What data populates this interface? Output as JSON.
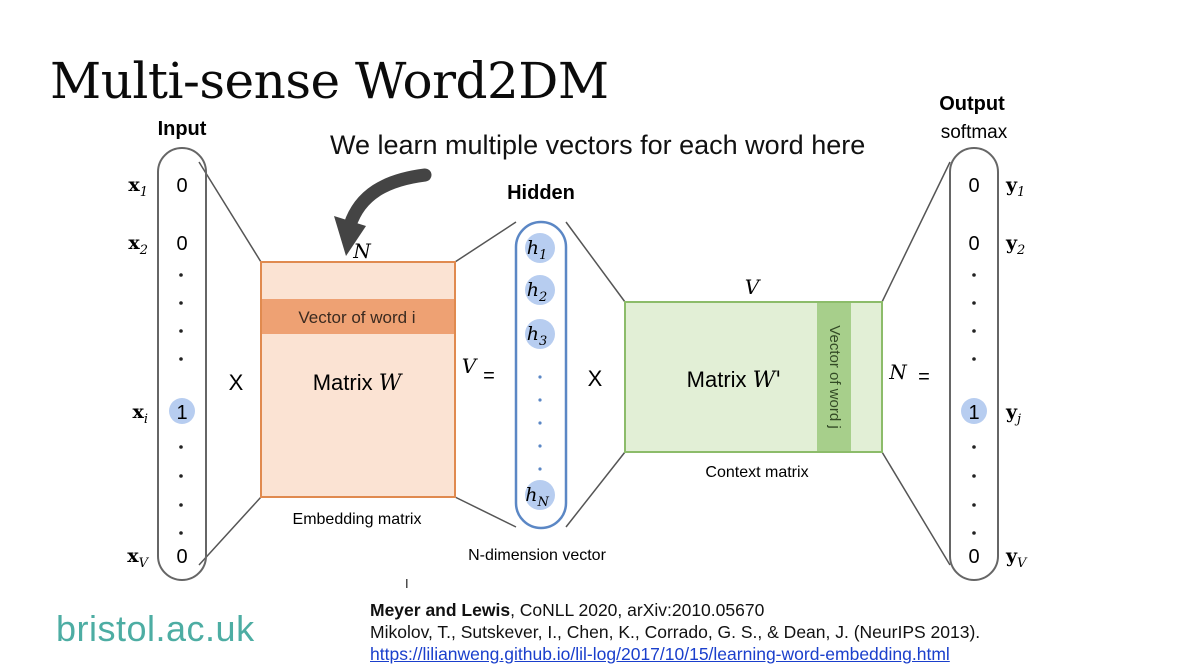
{
  "slide": {
    "title": "Multi-sense Word2DM",
    "callout": "We learn multiple vectors for each word here",
    "brand": "bristol.ac.uk"
  },
  "diagram": {
    "input": {
      "label": "Input",
      "rows": [
        {
          "var": "x",
          "sub": "1",
          "value": "0"
        },
        {
          "var": "x",
          "sub": "2",
          "value": "0"
        },
        {
          "var": "x",
          "sub": "i",
          "value": "1",
          "highlight": true
        },
        {
          "var": "x",
          "sub": "V",
          "value": "0"
        }
      ]
    },
    "times1": "X",
    "embedding": {
      "top_dim": "N",
      "side_dim": "V",
      "equals": "=",
      "row_label": "Vector of word i",
      "matrix_prefix": "Matrix ",
      "matrix_symbol": "W",
      "caption": "Embedding matrix"
    },
    "hidden": {
      "label": "Hidden",
      "units": [
        {
          "var": "h",
          "sub": "1"
        },
        {
          "var": "h",
          "sub": "2"
        },
        {
          "var": "h",
          "sub": "3"
        },
        {
          "var": "h",
          "sub": "N"
        }
      ],
      "caption": "N-dimension vector"
    },
    "times2": "X",
    "context": {
      "top_dim": "V",
      "side_dim": "N",
      "equals": "=",
      "col_label": "Vector of word j",
      "matrix_prefix": "Matrix ",
      "matrix_symbol": "W'",
      "caption": "Context matrix"
    },
    "output": {
      "label": "Output",
      "sublabel": "softmax",
      "rows": [
        {
          "var": "y",
          "sub": "1",
          "value": "0"
        },
        {
          "var": "y",
          "sub": "2",
          "value": "0"
        },
        {
          "var": "y",
          "sub": "j",
          "value": "1",
          "highlight": true
        },
        {
          "var": "y",
          "sub": "V",
          "value": "0"
        }
      ]
    }
  },
  "references": {
    "line1_author": "Meyer and Lewis",
    "line1_rest": ", CoNLL 2020, arXiv:2010.05670",
    "line2": "Mikolov, T., Sutskever, I., Chen, K., Corrado, G. S., & Dean, J. (NeurIPS 2013).",
    "line3_link": "https://lilianweng.github.io/lil-log/2017/10/15/learning-word-embedding.html"
  },
  "colors": {
    "embedding_fill": "#fbe3d3",
    "embedding_border": "#e08a4f",
    "embedding_row": "#eea173",
    "context_fill": "#e2efd6",
    "context_border": "#8cbc6a",
    "context_col": "#a7cf8b",
    "hidden_border": "#5b87c5",
    "highlight": "#b7cdf0",
    "brand": "#4dada3",
    "link": "#1a3fcc"
  }
}
